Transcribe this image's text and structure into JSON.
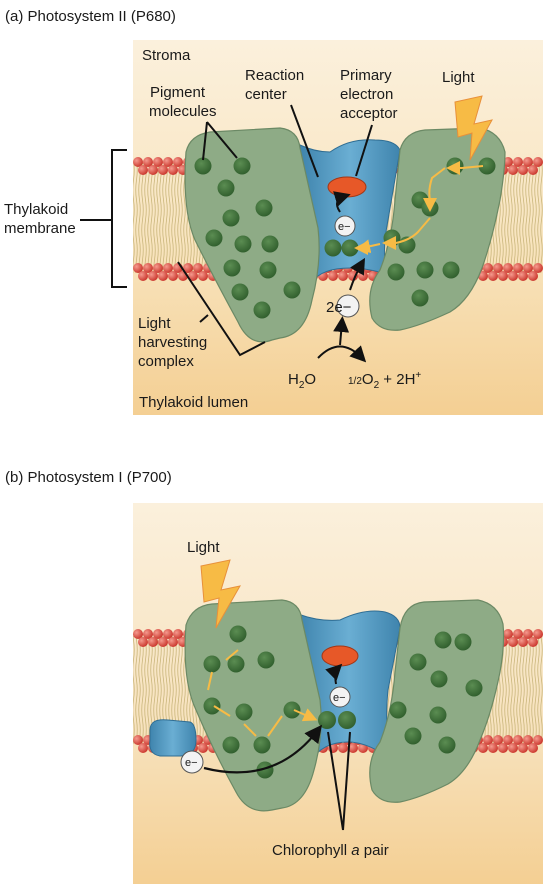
{
  "panel_a": {
    "title": "(a) Photosystem II (P680)",
    "stroma": "Stroma",
    "pigment_molecules": [
      "Pigment",
      "molecules"
    ],
    "reaction_center": [
      "Reaction",
      "center"
    ],
    "primary_acceptor": [
      "Primary",
      "electron",
      "acceptor"
    ],
    "light": "Light",
    "thylakoid_membrane": [
      "Thylakoid",
      "membrane"
    ],
    "light_harvesting": [
      "Light",
      "harvesting",
      "complex"
    ],
    "electron": "e−",
    "two_electrons": "2e−",
    "water": "H",
    "water_sub": "2",
    "water_o": "O",
    "products_frac": "1/2",
    "products_o": "O",
    "products_sub": "2",
    "products_rest": " + 2H",
    "products_sup": "+",
    "lumen": "Thylakoid lumen"
  },
  "panel_b": {
    "title": "(b) Photosystem I (P700)",
    "light": "Light",
    "electron_left": "e−",
    "electron_center": "e−",
    "chlorophyll_prefix": "Chlorophyll ",
    "chlorophyll_italic": "a",
    "chlorophyll_suffix": " pair"
  },
  "colors": {
    "stroma_bg": "#fbf0dc",
    "lumen_bg": "#f4cf93",
    "protein_green": "#8eab86",
    "pigment_green": "#3c6f38",
    "reaction_blue": "#5b9ec2",
    "acceptor_orange": "#e75828",
    "lipid_red": "#e5473b",
    "arrow_yellow": "#f7bb45"
  }
}
